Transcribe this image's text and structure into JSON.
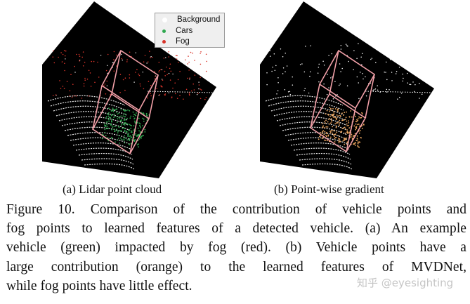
{
  "legend": {
    "items": [
      {
        "label": "Background",
        "color": "#ffffff"
      },
      {
        "label": "Cars",
        "color": "#2fa84f"
      },
      {
        "label": "Fog",
        "color": "#d8342a"
      }
    ]
  },
  "panels": {
    "a": {
      "subcaption": "(a) Lidar point cloud"
    },
    "b": {
      "subcaption": "(b) Point-wise gradient"
    }
  },
  "caption": {
    "lines": [
      "Figure 10. Comparison of the contribution of vehicle points and",
      "fog points to learned features of a detected vehicle. (a) An example",
      "vehicle (green) impacted by fog (red).  (b) Vehicle points have a",
      "large contribution (orange) to the learned features of MVDNet,",
      "while fog points have little effect."
    ]
  },
  "watermark": "知乎 @eyesighting",
  "colors": {
    "background_points": "#ffffff",
    "car_points": "#2fa84f",
    "fog_points": "#d8342a",
    "gradient_points": "#f0a860",
    "bbox": "#f2a0a8",
    "scene_background": "#000000"
  }
}
